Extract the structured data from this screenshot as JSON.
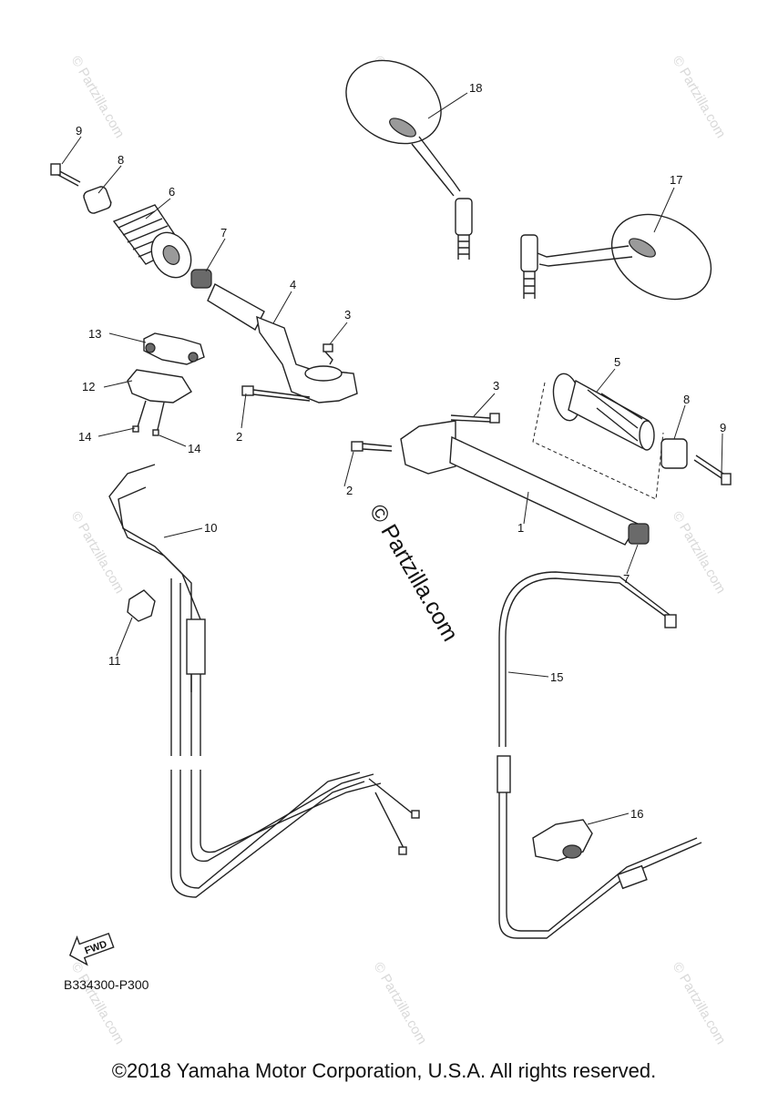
{
  "callouts": [
    "1",
    "2",
    "2",
    "3",
    "3",
    "4",
    "5",
    "6",
    "7",
    "7",
    "8",
    "8",
    "9",
    "9",
    "10",
    "11",
    "12",
    "13",
    "14",
    "14",
    "15",
    "16",
    "17",
    "18"
  ],
  "diagram_code": "B334300-P300",
  "fwd_label": "FWD",
  "watermark": "© Partzilla.com",
  "center_watermark": "© Partzilla.com",
  "copyright": "©2018 Yamaha Motor Corporation, U.S.A. All rights reserved."
}
